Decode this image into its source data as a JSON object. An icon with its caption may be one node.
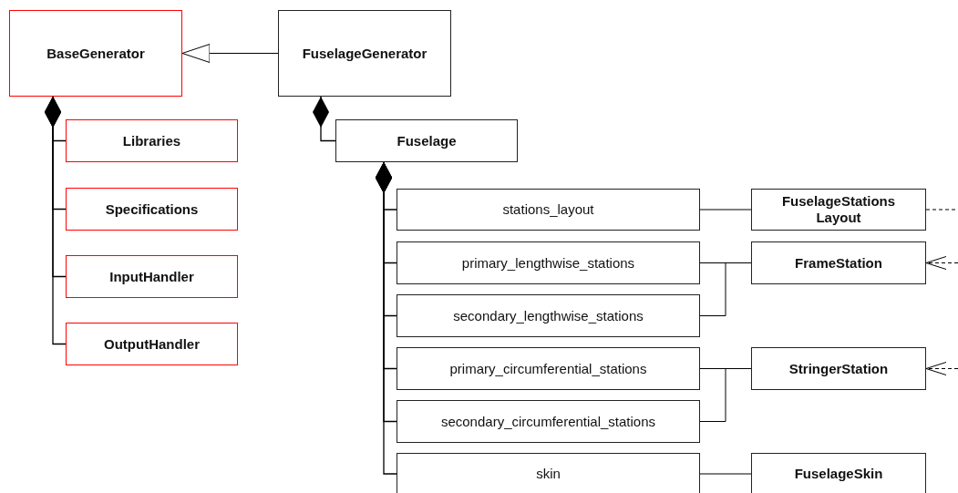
{
  "diagram": {
    "nodes": [
      {
        "text": [
          "BaseGenerator"
        ]
      },
      {
        "text": [
          "FuselageGenerator"
        ]
      },
      {
        "text": [
          "Libraries"
        ]
      },
      {
        "text": [
          "Specifications"
        ]
      },
      {
        "text": [
          "InputHandler"
        ]
      },
      {
        "text": [
          "OutputHandler"
        ]
      },
      {
        "text": [
          "Fuselage"
        ]
      },
      {
        "text": [
          "stations_layout"
        ]
      },
      {
        "text": [
          "primary_lengthwise_stations"
        ]
      },
      {
        "text": [
          "secondary_lengthwise_stations"
        ]
      },
      {
        "text": [
          "primary_circumferential_stations"
        ]
      },
      {
        "text": [
          "secondary_circumferential_stations"
        ]
      },
      {
        "text": [
          "skin"
        ]
      },
      {
        "text": [
          "FuselageStations Layout"
        ]
      },
      {
        "text": [
          "FrameStation"
        ]
      },
      {
        "text": [
          "StringerStation"
        ]
      },
      {
        "text": [
          "FuselageSkin"
        ]
      }
    ],
    "edges": [
      {
        "from": 1,
        "to": 0,
        "arrow": "to"
      },
      {
        "from": 0,
        "to": 2,
        "arrow": "other"
      },
      {
        "from": 0,
        "to": 3,
        "arrow": "other"
      },
      {
        "from": 0,
        "to": 4,
        "arrow": "other"
      },
      {
        "from": 0,
        "to": 5,
        "arrow": "other"
      },
      {
        "from": 1,
        "to": 6,
        "arrow": "other"
      },
      {
        "from": 6,
        "to": 7,
        "arrow": "other"
      },
      {
        "from": 6,
        "to": 8,
        "arrow": "other"
      },
      {
        "from": 6,
        "to": 9,
        "arrow": "other"
      },
      {
        "from": 6,
        "to": 10,
        "arrow": "other"
      },
      {
        "from": 6,
        "to": 11,
        "arrow": "other"
      },
      {
        "from": 6,
        "to": 12,
        "arrow": "other"
      },
      {
        "from": 7,
        "to": 13,
        "arrow": "none"
      },
      {
        "from": 8,
        "to": 14,
        "arrow": "none"
      },
      {
        "from": 9,
        "to": 14,
        "arrow": "none"
      },
      {
        "from": 10,
        "to": 15,
        "arrow": "none"
      },
      {
        "from": 11,
        "to": 15,
        "arrow": "none"
      },
      {
        "from": 12,
        "to": 16,
        "arrow": "none"
      },
      {
        "from": 13,
        "to": null,
        "arrow": "none",
        "style": "dashed"
      },
      {
        "from": null,
        "to": 14,
        "arrow": "to",
        "style": "dashed"
      },
      {
        "from": null,
        "to": 15,
        "arrow": "to",
        "style": "dashed"
      }
    ]
  }
}
